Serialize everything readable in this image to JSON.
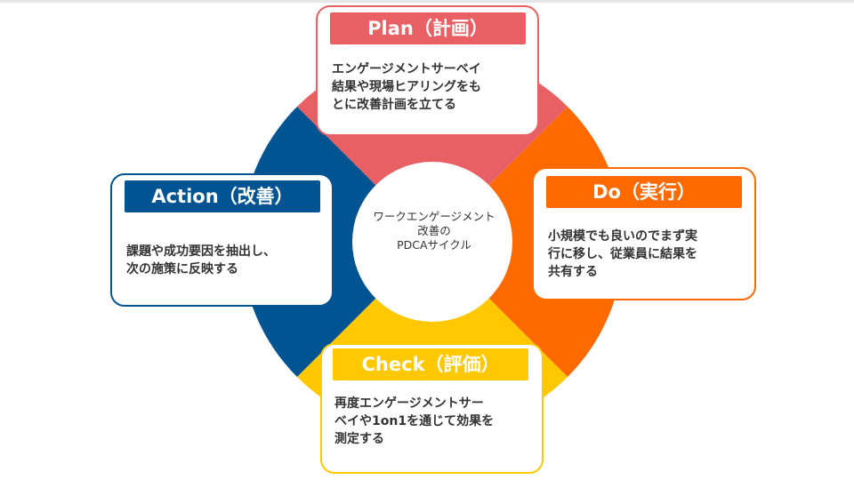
{
  "colors": {
    "plan": "#e96064",
    "do": "#ff6a00",
    "check": "#ffc800",
    "action": "#005491"
  },
  "center": {
    "lines": [
      "ワークエンゲージメント",
      "改善の",
      "PDCAサイクル"
    ]
  },
  "plan": {
    "title": "Plan（計画）",
    "body": [
      "エンゲージメントサーベイ",
      "結果や現場ヒアリングをも",
      "とに改善計画を立てる"
    ]
  },
  "do": {
    "title": "Do（実行）",
    "body": [
      "小規模でも良いのでまず実",
      "行に移し、従業員に結果を",
      "共有する"
    ]
  },
  "check": {
    "title": "Check（評価）",
    "body": [
      "再度エンゲージメントサー",
      "ベイや1on1を通じて効果を",
      "測定する"
    ]
  },
  "action": {
    "title": "Action（改善）",
    "body": [
      "課題や成功要因を抽出し、",
      "次の施策に反映する"
    ]
  }
}
